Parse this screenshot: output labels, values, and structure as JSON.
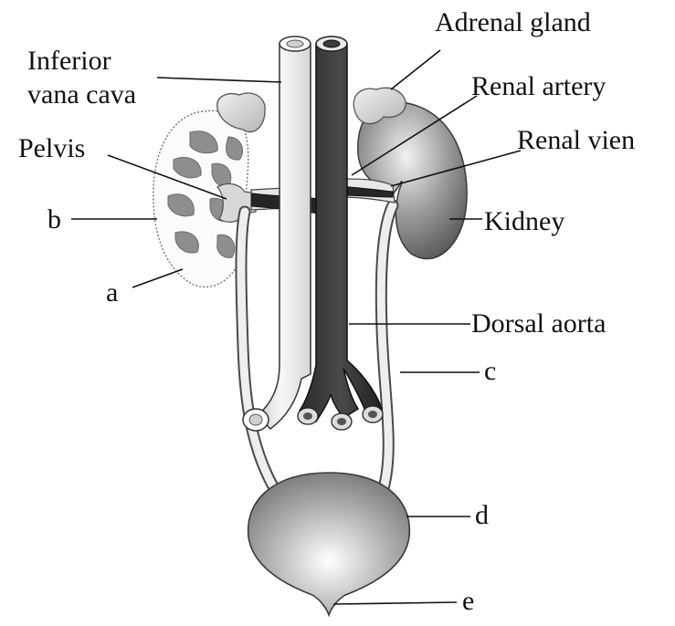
{
  "diagram": {
    "labels": {
      "inferior_vena_cava_line1": "Inferior",
      "inferior_vena_cava_line2": "vana cava",
      "adrenal_gland": "Adrenal gland",
      "renal_artery": "Renal artery",
      "renal_vein": "Renal vien",
      "pelvis": "Pelvis",
      "kidney": "Kidney",
      "dorsal_aorta": "Dorsal aorta",
      "a": "a",
      "b": "b",
      "c": "c",
      "d": "d",
      "e": "e"
    }
  }
}
